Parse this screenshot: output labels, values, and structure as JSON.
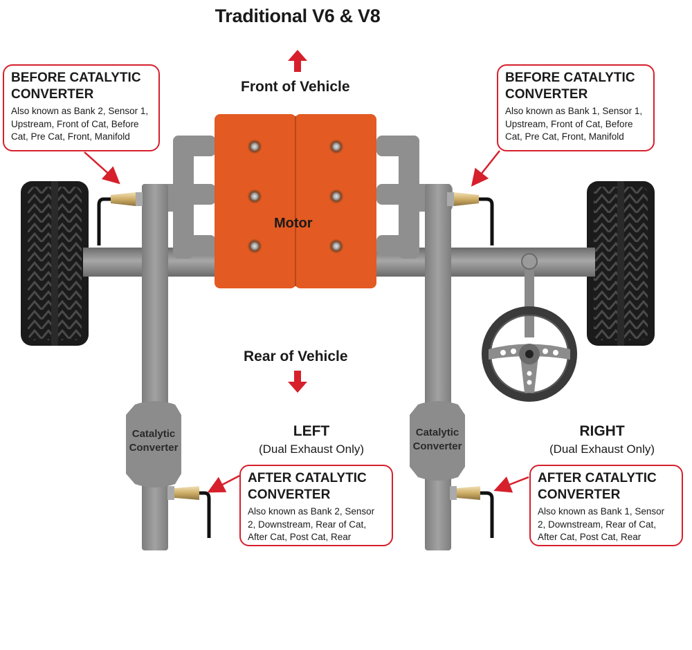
{
  "title": "Traditional V6 & V8",
  "front_label": "Front of Vehicle",
  "rear_label": "Rear of Vehicle",
  "motor_label": "Motor",
  "left": {
    "title": "LEFT",
    "subtitle": "(Dual Exhaust Only)"
  },
  "right": {
    "title": "RIGHT",
    "subtitle": "(Dual Exhaust Only)"
  },
  "catalytic_converter_label_line1": "Catalytic",
  "catalytic_converter_label_line2": "Converter",
  "callouts": {
    "before_left": {
      "heading_line1": "BEFORE CATALYTIC",
      "heading_line2": "CONVERTER",
      "text": "Also known as Bank 2, Sensor 1, Upstream, Front of Cat, Before Cat, Pre Cat, Front, Manifold"
    },
    "before_right": {
      "heading_line1": "BEFORE CATALYTIC",
      "heading_line2": "CONVERTER",
      "text": "Also known as Bank 1, Sensor 1, Upstream, Front of Cat, Before Cat, Pre Cat, Front, Manifold"
    },
    "after_left": {
      "heading_line1": "AFTER CATALYTIC",
      "heading_line2": "CONVERTER",
      "text": "Also known as Bank 2, Sensor 2, Downstream, Rear of Cat, After Cat, Post Cat, Rear"
    },
    "after_right": {
      "heading_line1": "AFTER CATALYTIC",
      "heading_line2": "CONVERTER",
      "text": "Also known as Bank 1, Sensor 2, Downstream, Rear of Cat, After Cat, Post Cat, Rear"
    }
  },
  "colors": {
    "accent_red": "#d6202c",
    "engine_orange": "#e35a22",
    "pipe_gray": "#8c8c8c",
    "tire_black": "#1b1b1b",
    "sensor_tan": "#d6b97a"
  }
}
